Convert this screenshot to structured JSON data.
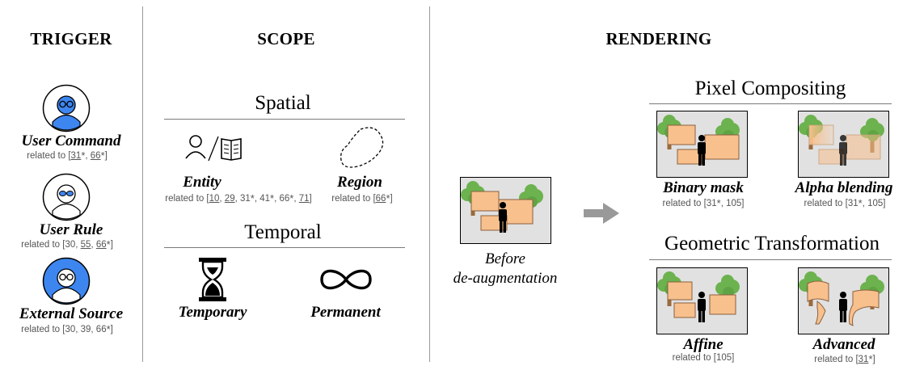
{
  "trigger": {
    "title": "TRIGGER",
    "items": [
      {
        "label": "User Command",
        "refs": [
          "31",
          "66"
        ],
        "refs_html": "related to [<u>31</u><span class=\"s\">*</span>, <u>66</u><span class=\"s\">*</span>]"
      },
      {
        "label": "User Rule",
        "refs_html": "related to [30, <u>55</u>, <u>66</u><span class=\"s\">*</span>]"
      },
      {
        "label": "External Source",
        "refs_html": "related to [30, 39, 66<span class=\"s\">*</span>]"
      }
    ]
  },
  "scope": {
    "title": "SCOPE",
    "spatial": {
      "heading": "Spatial",
      "entity": {
        "label": "Entity",
        "refs_html": "related to [<u>10</u>, <u>29</u>, 31<span class=\"s\">*</span>, 41<span class=\"s\">*</span>, 66<span class=\"s\">*</span>, <u>71</u>]"
      },
      "region": {
        "label": "Region",
        "refs_html": "related to [<u>66</u><span class=\"s\">*</span>]"
      }
    },
    "temporal": {
      "heading": "Temporal",
      "temporary": {
        "label": "Temporary"
      },
      "permanent": {
        "label": "Permanent"
      }
    }
  },
  "rendering": {
    "title": "RENDERING",
    "before": {
      "line1": "Before",
      "line2": "de-augmentation"
    },
    "pixel": {
      "heading": "Pixel Compositing",
      "binary": {
        "label": "Binary mask",
        "refs_html": "related to [31<span class=\"s\">*</span>, 105]"
      },
      "alpha": {
        "label": "Alpha blending",
        "refs_html": "related to [31<span class=\"s\">*</span>, 105]"
      }
    },
    "geometric": {
      "heading": "Geometric Transformation",
      "affine": {
        "label": "Affine",
        "refs_html": "related to [105]"
      },
      "advanced": {
        "label": "Advanced",
        "refs_html": "related to [<u>31</u><span class=\"s\">*</span>]"
      }
    }
  },
  "colors": {
    "user_blue": "#3d86f0",
    "tree_green": "#6cb24e",
    "sign_fill": "#f8c08c",
    "thumb_bg": "#e1e1e1",
    "arrow_gray": "#999999"
  }
}
